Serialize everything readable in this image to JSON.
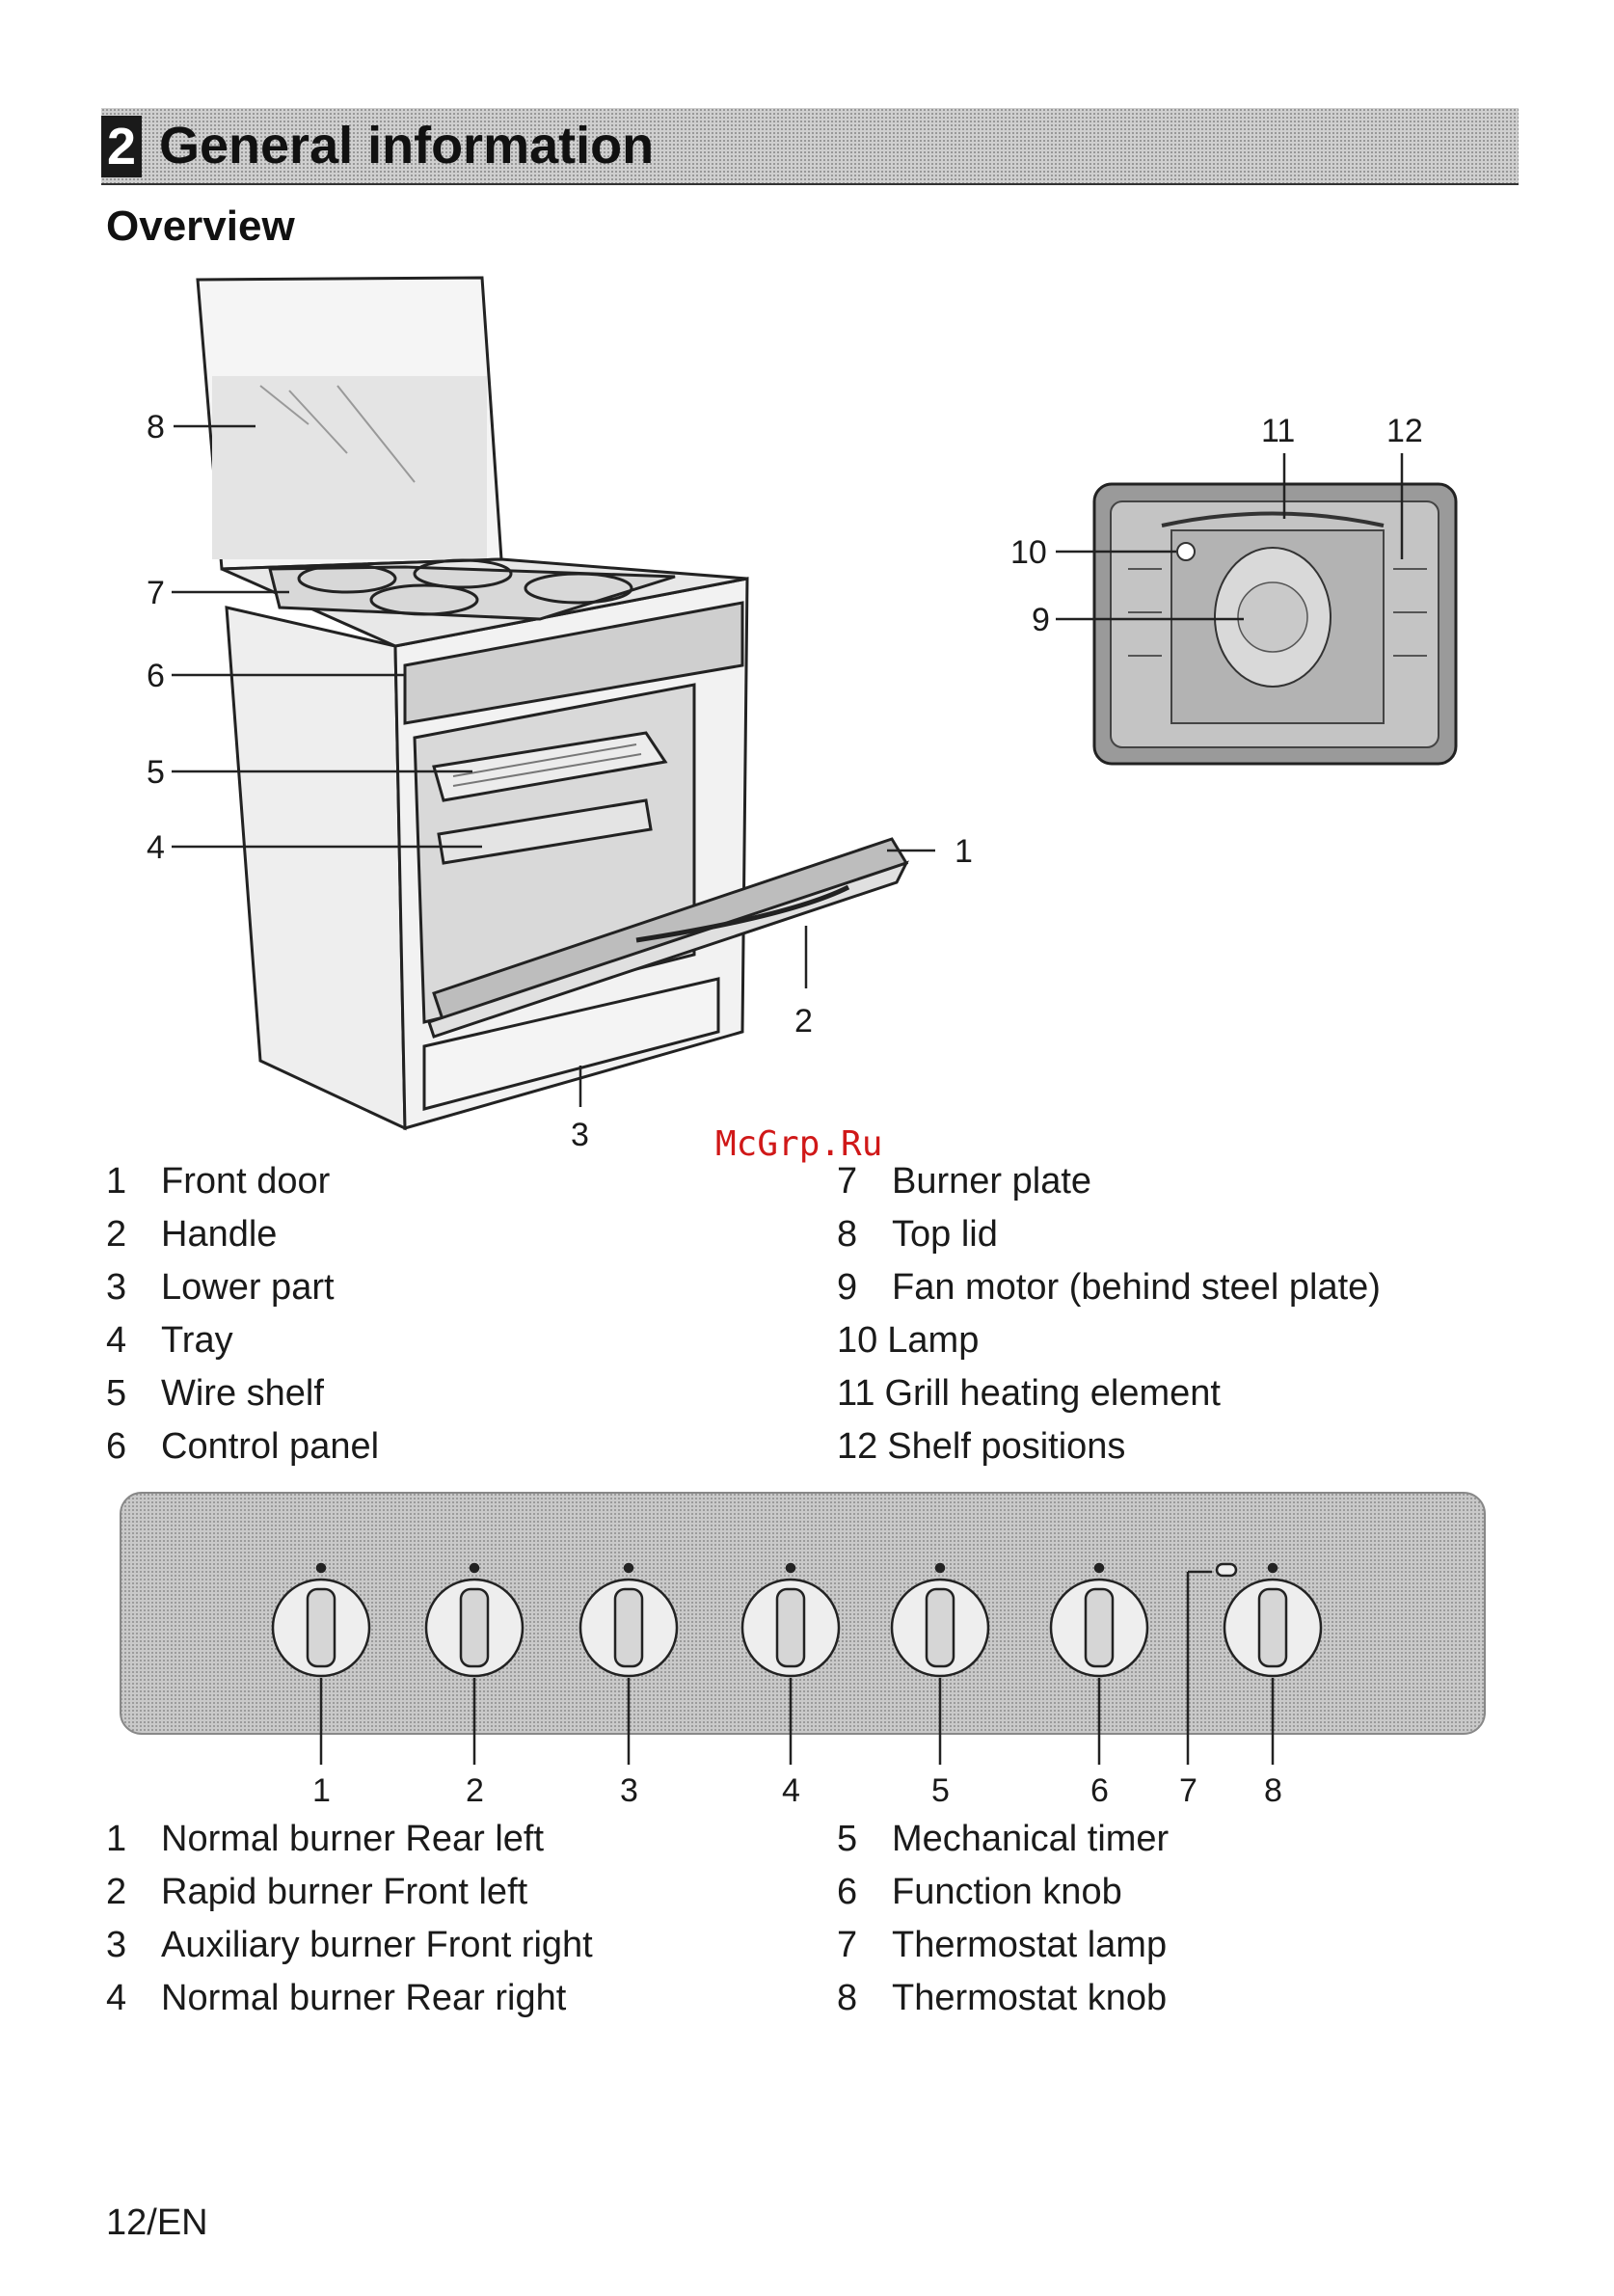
{
  "header": {
    "chapter_number": "2",
    "chapter_title": "General information"
  },
  "section_title": "Overview",
  "oven_callouts": [
    "1",
    "2",
    "3",
    "4",
    "5",
    "6",
    "7",
    "8"
  ],
  "cavity_callouts": [
    "9",
    "10",
    "11",
    "12"
  ],
  "parts_left": [
    {
      "num": "1",
      "label": "Front door"
    },
    {
      "num": "2",
      "label": "Handle"
    },
    {
      "num": "3",
      "label": "Lower part"
    },
    {
      "num": "4",
      "label": "Tray"
    },
    {
      "num": "5",
      "label": "Wire shelf"
    },
    {
      "num": "6",
      "label": "Control panel"
    }
  ],
  "parts_right": [
    {
      "num": "7",
      "label": "Burner plate"
    },
    {
      "num": "8",
      "label": "Top lid"
    },
    {
      "num": "9",
      "label": "Fan motor (behind steel plate)"
    },
    {
      "num": "10",
      "label": "Lamp"
    },
    {
      "num": "11",
      "label": "Grill heating element"
    },
    {
      "num": "12",
      "label": "Shelf positions"
    }
  ],
  "panel_callouts": [
    "1",
    "2",
    "3",
    "4",
    "5",
    "6",
    "7",
    "8"
  ],
  "controls_left": [
    {
      "num": "1",
      "label": "Normal burner Rear left"
    },
    {
      "num": "2",
      "label": "Rapid burner Front left"
    },
    {
      "num": "3",
      "label": "Auxiliary burner Front right"
    },
    {
      "num": "4",
      "label": "Normal burner Rear right"
    }
  ],
  "controls_right": [
    {
      "num": "5",
      "label": "Mechanical timer"
    },
    {
      "num": "6",
      "label": "Function knob"
    },
    {
      "num": "7",
      "label": "Thermostat lamp"
    },
    {
      "num": "8",
      "label": "Thermostat knob"
    }
  ],
  "watermark": "McGrp.Ru",
  "page_number": "12/EN"
}
